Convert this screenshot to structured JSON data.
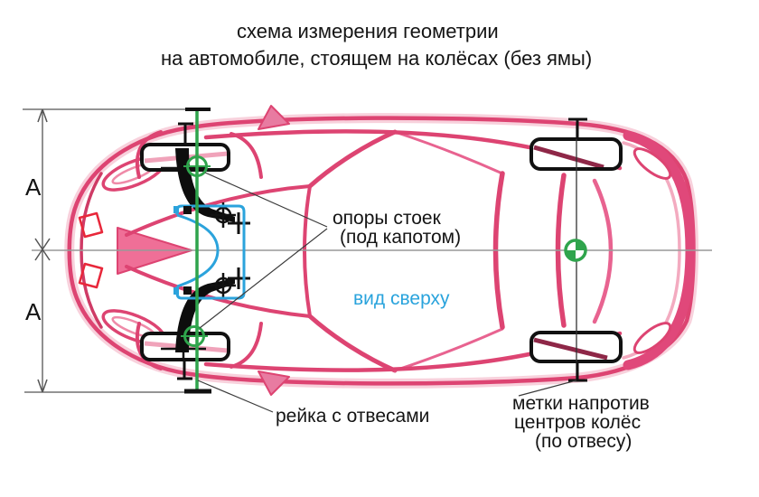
{
  "title": {
    "line1": "схема измерения геометрии",
    "line2": "на автомобиле, стоящем на колёсах (без ямы)"
  },
  "labels": {
    "strut_supports_line1": "опоры стоек",
    "strut_supports_line2": "(под капотом)",
    "top_view": "вид сверху",
    "plumb_rail": "рейка с отвесами",
    "wheel_marks_line1": "метки напротив",
    "wheel_marks_line2": "центров колёс",
    "wheel_marks_line3": "(по отвесу)"
  },
  "dimensions": {
    "front_half_letter": "А",
    "rear_half_letter": "А"
  },
  "colors": {
    "car_pink": "#e0487a",
    "car_pink_light": "#f3abc0",
    "car_dark_accent": "#8e2747",
    "red_detail": "#e8273a",
    "green_plumb": "#2fa44c",
    "blue_frame": "#2ba3dc",
    "blue_text": "#29a3dc",
    "line_gray": "#8f8f8f",
    "ink_black": "#111111"
  }
}
